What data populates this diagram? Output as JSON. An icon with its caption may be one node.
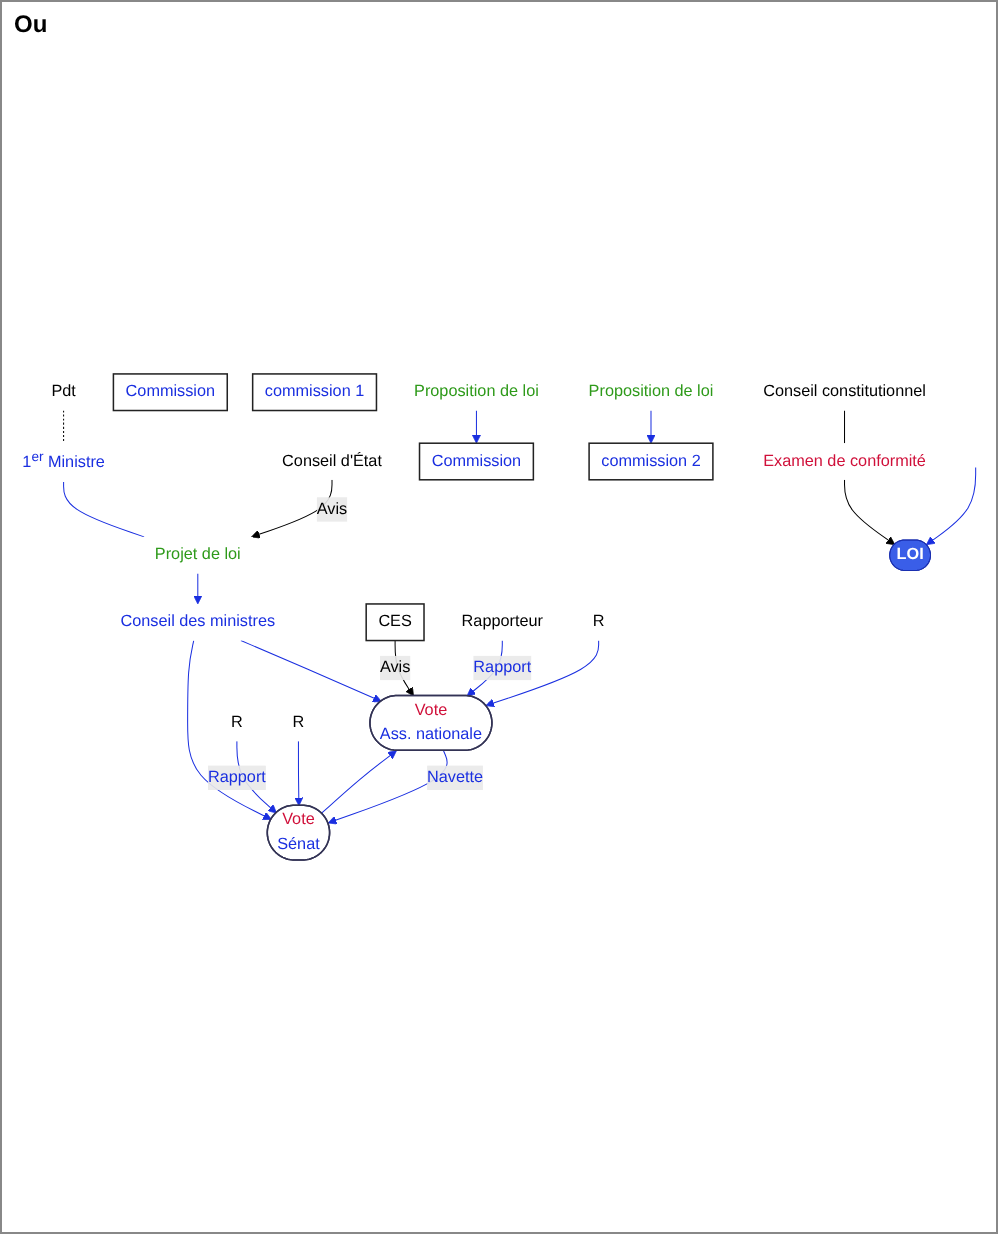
{
  "diagram": {
    "nodes": [
      {
        "text": [
          "Pdt"
        ]
      },
      {
        "text": [
          "1$^{er}$ Ministre"
        ]
      },
      {
        "text": [
          "Projet de loi"
        ]
      },
      {
        "text": [
          "Conseil d'État"
        ]
      },
      {
        "text": [
          "Conseil des ministres"
        ]
      },
      {
        "text": [
          "CES"
        ]
      },
      {
        "text": [
          "Vote",
          "Ass. nationale"
        ]
      },
      {
        "text": [
          "Vote",
          "Sénat"
        ]
      },
      {
        "text": [
          "LOI"
        ]
      },
      {
        "text": [
          "Rapporteur"
        ]
      },
      {
        "text": [
          "R"
        ]
      },
      {
        "text": [
          "R"
        ]
      },
      {
        "text": [
          "R"
        ]
      },
      {
        "text": [
          "Commission"
        ]
      },
      {
        "text": [
          "Commission"
        ]
      },
      {
        "text": [
          "commission 1"
        ]
      },
      {
        "text": [
          "commission 2"
        ]
      },
      {
        "text": [
          "Proposition de loi"
        ]
      },
      {
        "text": [
          "Examen de conformité"
        ]
      },
      {
        "text": [
          "Proposition de loi"
        ]
      },
      {
        "text": [
          "Conseil constitutionnel"
        ]
      }
    ],
    "edges": [
      {
        "from": 0,
        "to": 1,
        "arrow": "none",
        "style": "dashed",
        "color": "#000000"
      },
      {
        "from": 1,
        "to": 2,
        "arrow": "none"
      },
      {
        "from": 2,
        "to": 4,
        "arrow": "to"
      },
      {
        "from": 3,
        "to": 2,
        "label": "Avis",
        "arrow": "to",
        "color": "#000000"
      },
      {
        "from": 4,
        "to": 6,
        "arrow": "to"
      },
      {
        "from": 4,
        "to": 7,
        "arrow": "to"
      },
      {
        "from": 5,
        "to": 6,
        "label": "Avis",
        "arrow": "to",
        "color": "#000000"
      },
      {
        "from": 6,
        "to": 7,
        "label": "Navette",
        "arrow": "to"
      },
      {
        "from": 7,
        "to": 6,
        "arrow": "to"
      },
      {
        "from": null,
        "to": 8,
        "arrow": "to"
      },
      {
        "from": 9,
        "to": 6,
        "label": "Rapport",
        "arrow": "to"
      },
      {
        "from": 10,
        "to": 6,
        "arrow": "to"
      },
      {
        "from": 11,
        "to": 7,
        "label": "Rapport",
        "arrow": "to"
      },
      {
        "from": 12,
        "to": 7,
        "arrow": "to"
      },
      {
        "from": 17,
        "to": 14,
        "arrow": "to"
      },
      {
        "from": 19,
        "to": 16,
        "arrow": "to"
      },
      {
        "from": 20,
        "to": 18,
        "arrow": "none",
        "color": "#000000"
      },
      {
        "from": 18,
        "to": 8,
        "arrow": "to",
        "color": "#000000"
      }
    ],
    "labels": [
      "Ou"
    ]
  }
}
